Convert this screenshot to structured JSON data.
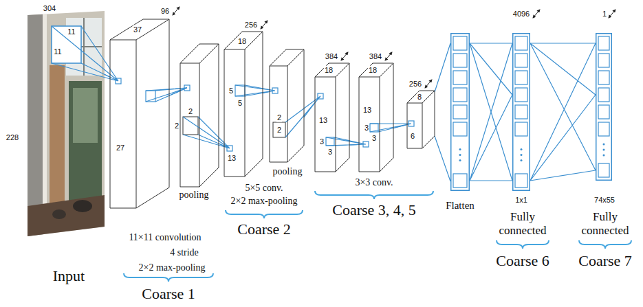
{
  "diagram": {
    "nodes": [
      {
        "text": [
          "304",
          "228",
          "11",
          "11",
          "Input"
        ]
      },
      {
        "text": [
          "37",
          "96",
          "27"
        ]
      },
      {
        "text": [
          "2",
          "2",
          "pooling"
        ]
      },
      {
        "text": [
          "256",
          "18",
          "5",
          "5",
          "13"
        ]
      },
      {
        "text": [
          "2",
          "2",
          "pooling"
        ]
      },
      {
        "text": [
          "384",
          "18",
          "13",
          "3",
          "3"
        ]
      },
      {
        "text": [
          "384",
          "18",
          "13",
          "3",
          "3"
        ]
      },
      {
        "text": [
          "256",
          "8",
          "6"
        ]
      },
      {
        "text": [
          "Flatten"
        ]
      },
      {
        "text": [
          "4096",
          "1x1"
        ]
      },
      {
        "text": [
          "1",
          "74x55"
        ]
      }
    ],
    "edges": [
      {
        "from": 0,
        "to": 1,
        "arrow": "none"
      },
      {
        "from": 1,
        "to": 2,
        "arrow": "none"
      },
      {
        "from": 2,
        "to": 3,
        "arrow": "none"
      },
      {
        "from": 3,
        "to": 4,
        "arrow": "none"
      },
      {
        "from": 4,
        "to": 5,
        "arrow": "none"
      },
      {
        "from": 5,
        "to": 6,
        "arrow": "none"
      },
      {
        "from": 6,
        "to": 7,
        "arrow": "none"
      },
      {
        "from": 7,
        "to": 8,
        "arrow": "none"
      },
      {
        "from": 8,
        "to": 9,
        "arrow": "none"
      },
      {
        "from": 9,
        "to": 10,
        "arrow": "none"
      }
    ],
    "labels": [
      "11×11 convolution",
      "4 stride",
      "2×2 max-pooling",
      "Coarse 1",
      "5×5 conv.",
      "2×2 max-pooling",
      "Coarse 2",
      "3×3 conv.",
      "Coarse 3, 4, 5",
      "Fully connected",
      "Coarse 6",
      "Fully connected",
      "Coarse 7"
    ]
  }
}
